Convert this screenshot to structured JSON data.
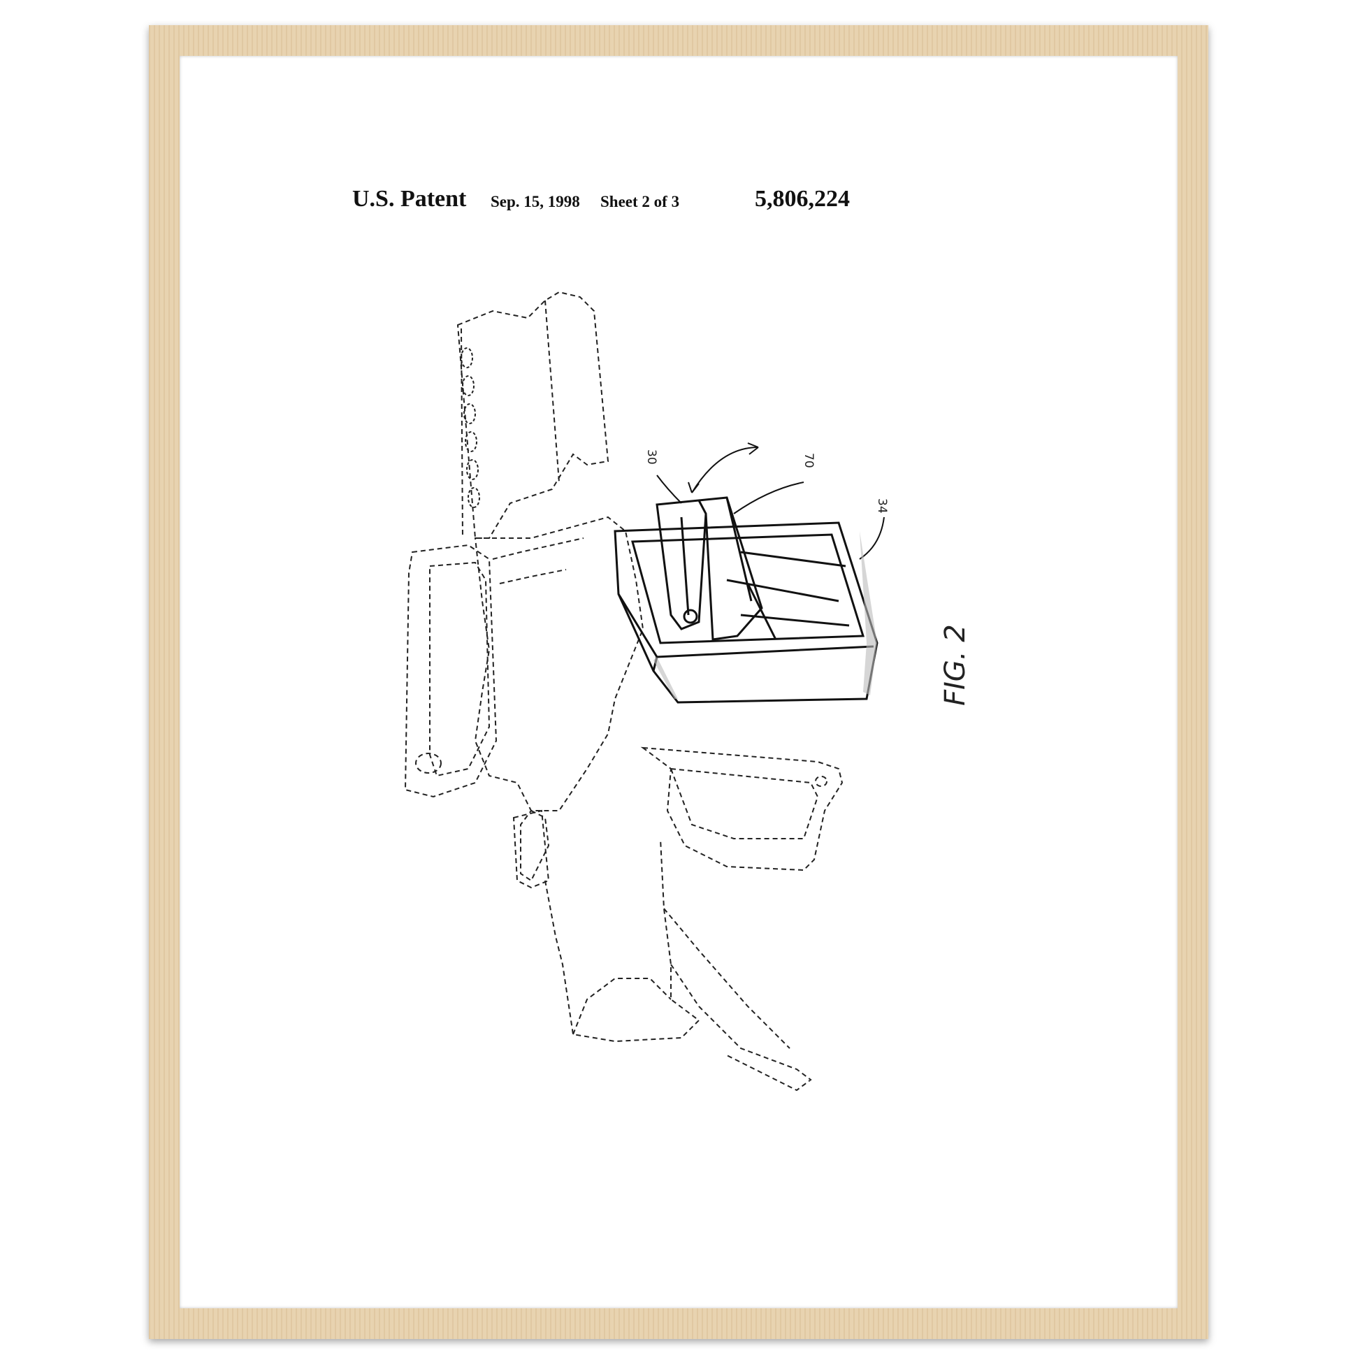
{
  "header": {
    "patent_label": "U.S. Patent",
    "date": "Sep. 15, 1998",
    "sheet": "Sheet 2 of 3",
    "patent_number": "5,806,224"
  },
  "figure": {
    "label": "FIG. 2",
    "reference_numerals": [
      "30",
      "70",
      "34"
    ]
  },
  "colors": {
    "frame_wood": "#e8d3b0",
    "paper": "#ffffff",
    "ink": "#222222"
  }
}
